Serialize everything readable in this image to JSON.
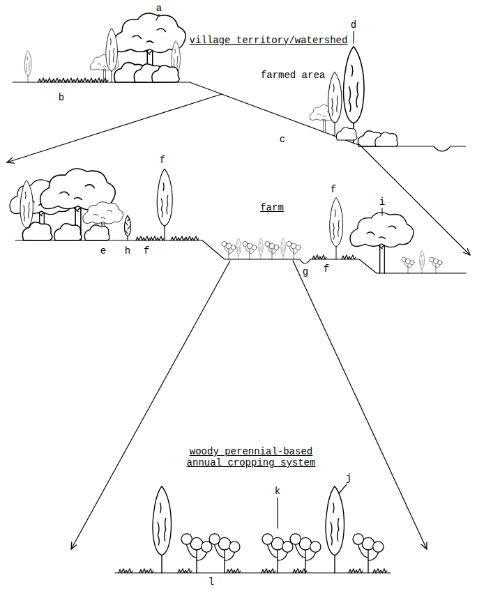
{
  "diagram": {
    "labels": [
      "village territory/watershed",
      "a",
      "d",
      "farmed area",
      "b",
      "c",
      "farm",
      "f",
      "e",
      "h",
      "f",
      "f",
      "i",
      "g",
      "f",
      "woody perennial-based annual cropping system",
      "j",
      "k",
      "l"
    ]
  }
}
